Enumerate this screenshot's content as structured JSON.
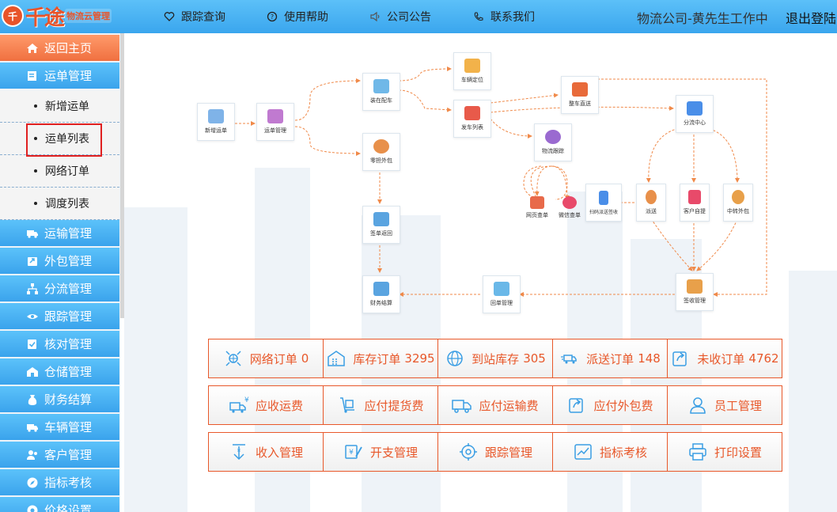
{
  "header": {
    "logo_main": "千途",
    "logo_sub": "物流云管理",
    "nav": [
      {
        "label": "跟踪查询",
        "icon": "heart-icon"
      },
      {
        "label": "使用帮助",
        "icon": "help-circle-icon"
      },
      {
        "label": "公司公告",
        "icon": "speaker-icon"
      },
      {
        "label": "联系我们",
        "icon": "phone-icon"
      }
    ],
    "status": "物流公司-黄先生工作中",
    "logout": "退出登陆"
  },
  "sidebar": {
    "home": "返回主页",
    "waybill_group": "运单管理",
    "sub_items": [
      "新增运单",
      "运单列表",
      "网络订单",
      "调度列表"
    ],
    "groups": [
      "运输管理",
      "外包管理",
      "分流管理",
      "跟踪管理",
      "核对管理",
      "仓储管理",
      "财务结算",
      "车辆管理",
      "客户管理",
      "指标考核",
      "价格设置"
    ]
  },
  "flow": {
    "nodes": [
      "新增运单",
      "运单管理",
      "装在配车",
      "车辆定位",
      "发车列表",
      "零担外包",
      "整车直送",
      "物流跟踪",
      "分流中心",
      "签单返回",
      "网页查单",
      "微信查单",
      "扫码派送签收",
      "派送",
      "客户自提",
      "中转外包",
      "财务结算",
      "回单管理",
      "签收管理"
    ]
  },
  "quick_stats": [
    {
      "label": "网络订单",
      "value": "0",
      "icon": "network-icon"
    },
    {
      "label": "库存订单",
      "value": "3295",
      "icon": "warehouse-icon"
    },
    {
      "label": "到站库存",
      "value": "305",
      "icon": "globe-icon"
    },
    {
      "label": "派送订单",
      "value": "148",
      "icon": "delivery-truck-icon"
    },
    {
      "label": "未收订单",
      "value": "4762",
      "icon": "share-icon"
    }
  ],
  "quick_links_1": [
    {
      "label": "应收运费",
      "icon": "truck-yen-icon"
    },
    {
      "label": "应付提货费",
      "icon": "hand-truck-icon"
    },
    {
      "label": "应付运输费",
      "icon": "truck-icon"
    },
    {
      "label": "应付外包费",
      "icon": "outsource-icon"
    },
    {
      "label": "员工管理",
      "icon": "user-icon"
    }
  ],
  "quick_links_2": [
    {
      "label": "收入管理",
      "icon": "income-icon"
    },
    {
      "label": "开支管理",
      "icon": "expense-icon"
    },
    {
      "label": "跟踪管理",
      "icon": "target-icon"
    },
    {
      "label": "指标考核",
      "icon": "chart-icon"
    },
    {
      "label": "打印设置",
      "icon": "printer-icon"
    }
  ],
  "colors": {
    "accent": "#e8582a",
    "blue": "#3aa6ee",
    "home": "#f07040"
  }
}
